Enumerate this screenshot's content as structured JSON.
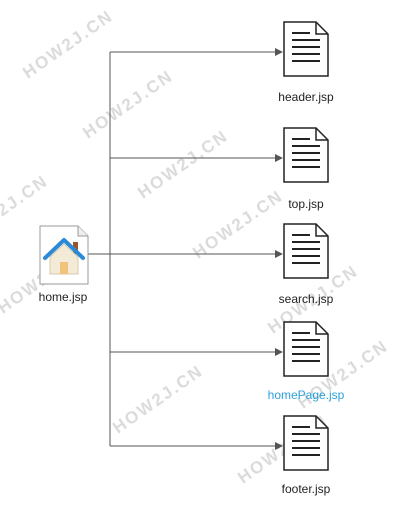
{
  "watermark": "HOW2J.CN",
  "source": {
    "label": "home.jsp"
  },
  "targets": [
    {
      "label": "header.jsp",
      "highlight": false
    },
    {
      "label": "top.jsp",
      "highlight": false
    },
    {
      "label": "search.jsp",
      "highlight": false
    },
    {
      "label": "homePage.jsp",
      "highlight": true
    },
    {
      "label": "footer.jsp",
      "highlight": false
    }
  ],
  "colors": {
    "line": "#555555",
    "highlight": "#2aa0d8",
    "house_roof": "#2a8ad8",
    "chimney": "#a0522d"
  }
}
